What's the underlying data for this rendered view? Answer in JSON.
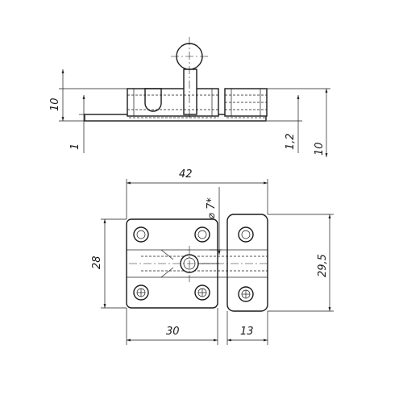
{
  "drawing": {
    "top_view": {
      "height_left": "10",
      "plate_thickness": "1",
      "offset": "1,2",
      "height_right": "10"
    },
    "front_view": {
      "total_width": "42",
      "pin_diameter": "⌀ 7*",
      "left_height": "28",
      "right_height": "29,5",
      "left_width": "30",
      "right_width": "13"
    }
  }
}
